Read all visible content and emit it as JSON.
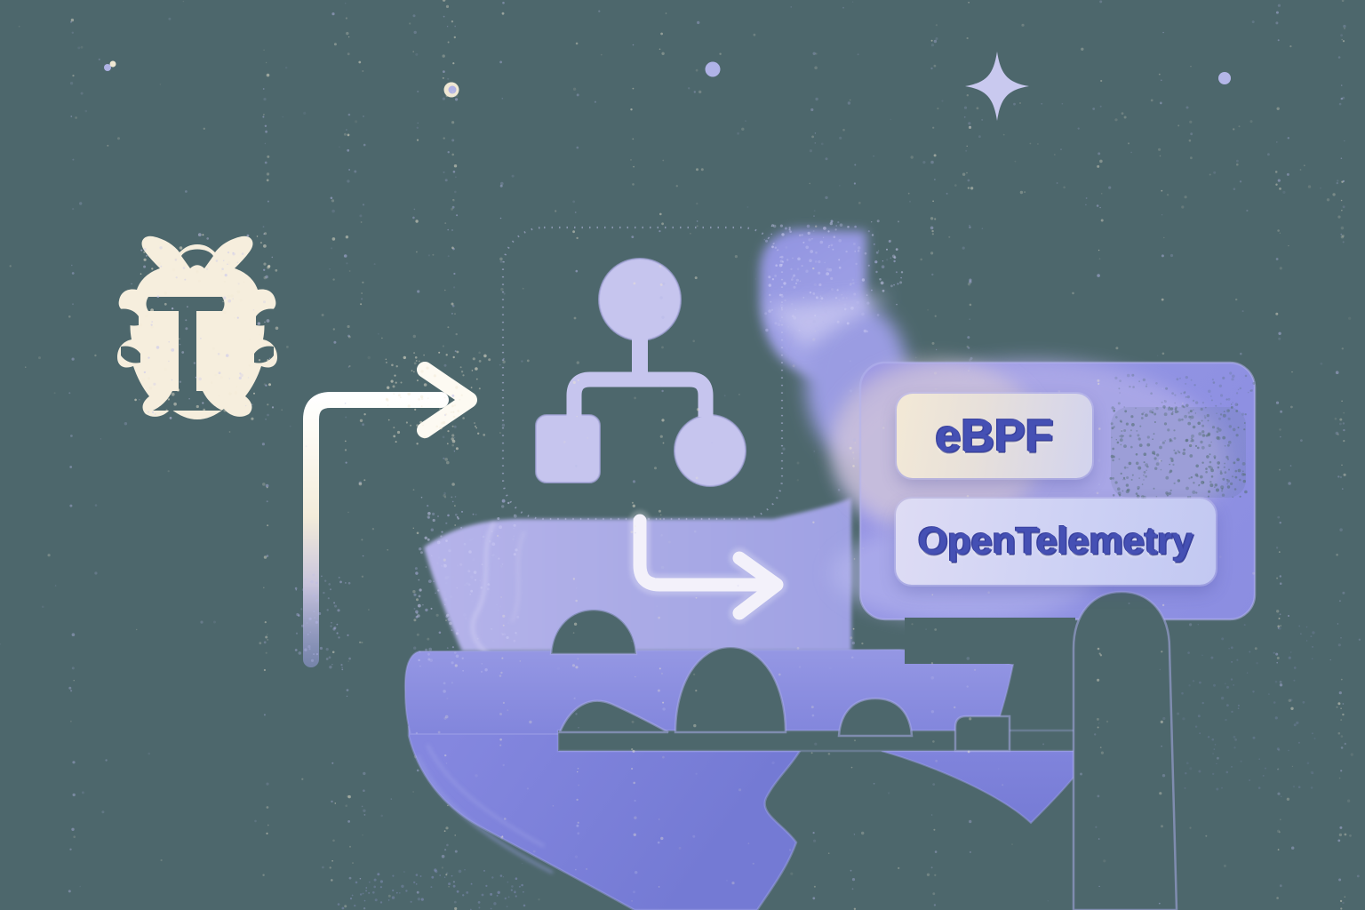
{
  "labels": {
    "ebpf": "eBPF",
    "opentelemetry": "OpenTelemetry"
  },
  "palette": {
    "background": "#4d676c",
    "crowd_purple": "#8488de",
    "road_purple": "#7b7fd8",
    "cloud_lavender": "#adaee6",
    "glyph_lavender": "#c6c5ee",
    "screen_purple": "#9092e2",
    "cream": "#f6eedd",
    "label_text": "#4550b4",
    "arrow_white": "#ffffff",
    "sparkle": "#c9c9ef"
  },
  "icons": [
    {
      "name": "bug-icon",
      "meaning": "software bug"
    },
    {
      "name": "arrow-right-icon",
      "meaning": "flow from bug to analysis"
    },
    {
      "name": "flowchart-icon",
      "meaning": "processing pipeline"
    },
    {
      "name": "arrow-elbow-icon",
      "meaning": "flow from pipeline to screen"
    },
    {
      "name": "billboard-screen",
      "meaning": "presentation screen watched by crowd"
    },
    {
      "name": "sparkle-star-icon",
      "meaning": "decorative sparkle"
    }
  ]
}
